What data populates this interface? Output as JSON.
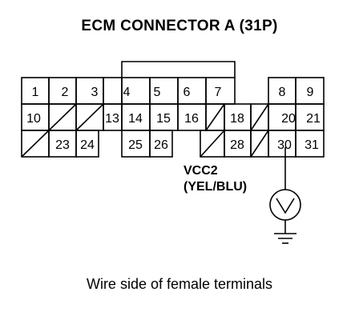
{
  "title": "ECM CONNECTOR A (31P)",
  "caption": "Wire side of female terminals",
  "pins": {
    "p1": "1",
    "p2": "2",
    "p3": "3",
    "p4": "4",
    "p5": "5",
    "p6": "6",
    "p7": "7",
    "p8": "8",
    "p9": "9",
    "p10": "10",
    "p13": "13",
    "p14": "14",
    "p15": "15",
    "p16": "16",
    "p18": "18",
    "p20": "20",
    "p21": "21",
    "p23": "23",
    "p24": "24",
    "p25": "25",
    "p26": "26",
    "p28": "28",
    "p30": "30",
    "p31": "31"
  },
  "signal": {
    "name": "VCC2",
    "color": "(YEL/BLU)"
  },
  "meter_icon": "voltmeter-icon",
  "ground_icon": "ground-icon"
}
